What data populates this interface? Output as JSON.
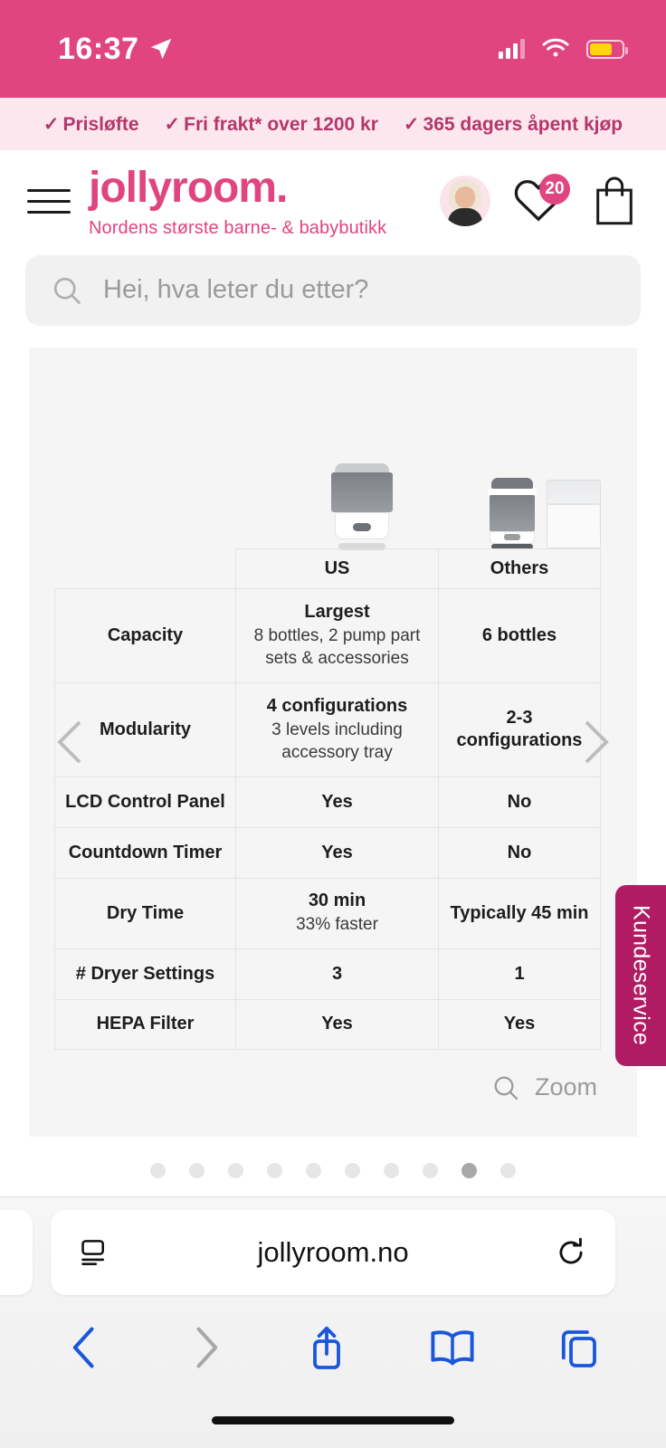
{
  "status_bar": {
    "time": "16:37",
    "location_icon": "location-arrow-icon",
    "cellular_icon": "cellular-signal-icon",
    "wifi_icon": "wifi-icon",
    "battery_icon": "battery-icon",
    "battery_color": "#ffd60a",
    "background": "#e0457f"
  },
  "promo_bar": {
    "background": "#fde7ee",
    "text_color": "#b3376a",
    "check": "✓",
    "items": [
      {
        "label": "Prisløfte"
      },
      {
        "label": "Fri frakt* over 1200 kr"
      },
      {
        "label": "365 dagers åpent kjøp"
      }
    ]
  },
  "header": {
    "menu_icon": "hamburger-menu-icon",
    "logo": "jollyroom.",
    "tagline": "Nordens største barne- & babybutikk",
    "brand_color": "#e0457f",
    "avatar_icon": "user-avatar",
    "favorites_icon": "heart-icon",
    "favorites_count": "20",
    "cart_icon": "shopping-bag-icon"
  },
  "search": {
    "icon": "search-icon",
    "placeholder": "Hei, hva leter du etter?",
    "value": ""
  },
  "carousel": {
    "prev_icon": "chevron-left-icon",
    "next_icon": "chevron-right-icon",
    "zoom_icon": "search-icon",
    "zoom_label": "Zoom",
    "total_dots": 10,
    "active_dot": 9
  },
  "comparison": {
    "columns": [
      "",
      "US",
      "Others"
    ],
    "rows": [
      {
        "feature": "Capacity",
        "us_main": "Largest",
        "us_sub": "8 bottles, 2 pump part sets & accessories",
        "others_main": "6 bottles",
        "others_sub": ""
      },
      {
        "feature": "Modularity",
        "us_main": "4 configurations",
        "us_sub": "3 levels including accessory tray",
        "others_main": "2-3 configurations",
        "others_sub": ""
      },
      {
        "feature": "LCD Control Panel",
        "us_main": "Yes",
        "us_sub": "",
        "others_main": "No",
        "others_sub": ""
      },
      {
        "feature": "Countdown Timer",
        "us_main": "Yes",
        "us_sub": "",
        "others_main": "No",
        "others_sub": ""
      },
      {
        "feature": "Dry Time",
        "us_main": "30 min",
        "us_sub": "33% faster",
        "others_main": "Typically 45 min",
        "others_sub": ""
      },
      {
        "feature": "# Dryer Settings",
        "us_main": "3",
        "us_sub": "",
        "others_main": "1",
        "others_sub": ""
      },
      {
        "feature": "HEPA Filter",
        "us_main": "Yes",
        "us_sub": "",
        "others_main": "Yes",
        "others_sub": ""
      }
    ]
  },
  "customer_service_tab": {
    "label": "Kundeservice",
    "color": "#b01b63"
  },
  "browser": {
    "reader_icon": "reader-view-icon",
    "url": "jollyroom.no",
    "reload_icon": "reload-icon",
    "back_icon": "chevron-left-icon",
    "forward_icon": "chevron-right-icon",
    "share_icon": "share-icon",
    "bookmarks_icon": "book-icon",
    "tabs_icon": "tabs-icon",
    "accent": "#1a56db"
  }
}
